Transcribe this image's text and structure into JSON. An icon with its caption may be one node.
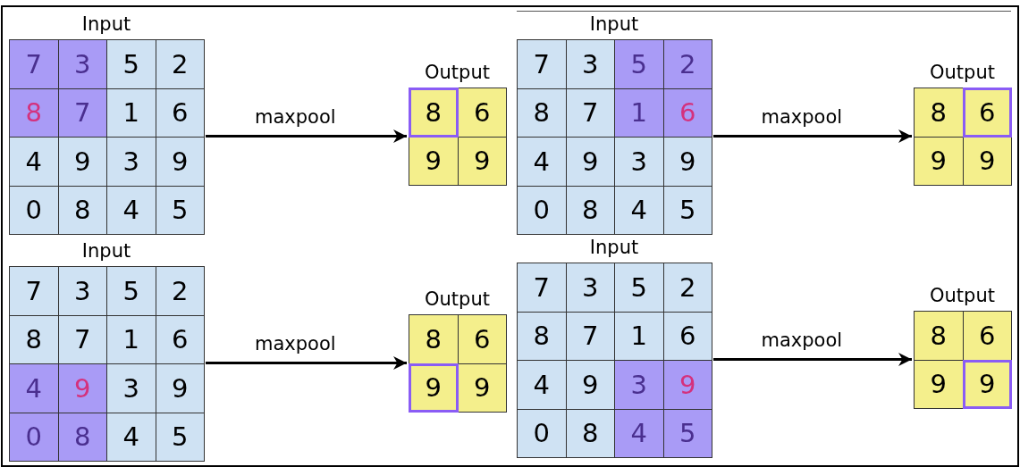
{
  "diagram": {
    "nodes": [
      {
        "text": [
          "Input"
        ]
      },
      {
        "text": [
          "7"
        ],
        "in": 0
      },
      {
        "text": [
          "3"
        ],
        "in": 0
      },
      {
        "text": [
          "5"
        ],
        "in": 0
      },
      {
        "text": [
          "2"
        ],
        "in": 0
      },
      {
        "text": [
          "8"
        ],
        "in": 0
      },
      {
        "text": [
          "7"
        ],
        "in": 0
      },
      {
        "text": [
          "1"
        ],
        "in": 0
      },
      {
        "text": [
          "6"
        ],
        "in": 0
      },
      {
        "text": [
          "4"
        ],
        "in": 0
      },
      {
        "text": [
          "9"
        ],
        "in": 0
      },
      {
        "text": [
          "3"
        ],
        "in": 0
      },
      {
        "text": [
          "9"
        ],
        "in": 0
      },
      {
        "text": [
          "0"
        ],
        "in": 0
      },
      {
        "text": [
          "8"
        ],
        "in": 0
      },
      {
        "text": [
          "4"
        ],
        "in": 0
      },
      {
        "text": [
          "5"
        ],
        "in": 0
      },
      {
        "text": [
          "Output"
        ]
      },
      {
        "text": [
          "8"
        ],
        "in": 17
      },
      {
        "text": [
          "6"
        ],
        "in": 17
      },
      {
        "text": [
          "9"
        ],
        "in": 17
      },
      {
        "text": [
          "9"
        ],
        "in": 17
      },
      {
        "text": [
          "Input"
        ]
      },
      {
        "text": [
          "7"
        ],
        "in": 22
      },
      {
        "text": [
          "3"
        ],
        "in": 22
      },
      {
        "text": [
          "5"
        ],
        "in": 22
      },
      {
        "text": [
          "2"
        ],
        "in": 22
      },
      {
        "text": [
          "8"
        ],
        "in": 22
      },
      {
        "text": [
          "7"
        ],
        "in": 22
      },
      {
        "text": [
          "1"
        ],
        "in": 22
      },
      {
        "text": [
          "6"
        ],
        "in": 22
      },
      {
        "text": [
          "4"
        ],
        "in": 22
      },
      {
        "text": [
          "9"
        ],
        "in": 22
      },
      {
        "text": [
          "3"
        ],
        "in": 22
      },
      {
        "text": [
          "9"
        ],
        "in": 22
      },
      {
        "text": [
          "0"
        ],
        "in": 22
      },
      {
        "text": [
          "8"
        ],
        "in": 22
      },
      {
        "text": [
          "4"
        ],
        "in": 22
      },
      {
        "text": [
          "5"
        ],
        "in": 22
      },
      {
        "text": [
          "Output"
        ]
      },
      {
        "text": [
          "8"
        ],
        "in": 39
      },
      {
        "text": [
          "6"
        ],
        "in": 39
      },
      {
        "text": [
          "9"
        ],
        "in": 39
      },
      {
        "text": [
          "9"
        ],
        "in": 39
      },
      {
        "text": [
          "Input"
        ]
      },
      {
        "text": [
          "7"
        ],
        "in": 44
      },
      {
        "text": [
          "3"
        ],
        "in": 44
      },
      {
        "text": [
          "5"
        ],
        "in": 44
      },
      {
        "text": [
          "2"
        ],
        "in": 44
      },
      {
        "text": [
          "8"
        ],
        "in": 44
      },
      {
        "text": [
          "7"
        ],
        "in": 44
      },
      {
        "text": [
          "1"
        ],
        "in": 44
      },
      {
        "text": [
          "6"
        ],
        "in": 44
      },
      {
        "text": [
          "4"
        ],
        "in": 44
      },
      {
        "text": [
          "9"
        ],
        "in": 44
      },
      {
        "text": [
          "3"
        ],
        "in": 44
      },
      {
        "text": [
          "9"
        ],
        "in": 44
      },
      {
        "text": [
          "0"
        ],
        "in": 44
      },
      {
        "text": [
          "8"
        ],
        "in": 44
      },
      {
        "text": [
          "4"
        ],
        "in": 44
      },
      {
        "text": [
          "5"
        ],
        "in": 44
      },
      {
        "text": [
          "Output"
        ]
      },
      {
        "text": [
          "8"
        ],
        "in": 61
      },
      {
        "text": [
          "6"
        ],
        "in": 61
      },
      {
        "text": [
          "9"
        ],
        "in": 61
      },
      {
        "text": [
          "9"
        ],
        "in": 61
      },
      {
        "text": [
          "Input"
        ]
      },
      {
        "text": [
          "7"
        ],
        "in": 66
      },
      {
        "text": [
          "3"
        ],
        "in": 66
      },
      {
        "text": [
          "5"
        ],
        "in": 66
      },
      {
        "text": [
          "2"
        ],
        "in": 66
      },
      {
        "text": [
          "8"
        ],
        "in": 66
      },
      {
        "text": [
          "7"
        ],
        "in": 66
      },
      {
        "text": [
          "1"
        ],
        "in": 66
      },
      {
        "text": [
          "6"
        ],
        "in": 66
      },
      {
        "text": [
          "4"
        ],
        "in": 66
      },
      {
        "text": [
          "9"
        ],
        "in": 66
      },
      {
        "text": [
          "3"
        ],
        "in": 66
      },
      {
        "text": [
          "9"
        ],
        "in": 66
      },
      {
        "text": [
          "0"
        ],
        "in": 66
      },
      {
        "text": [
          "8"
        ],
        "in": 66
      },
      {
        "text": [
          "4"
        ],
        "in": 66
      },
      {
        "text": [
          "5"
        ],
        "in": 66
      },
      {
        "text": [
          "Output"
        ]
      },
      {
        "text": [
          "8"
        ],
        "in": 83
      },
      {
        "text": [
          "6"
        ],
        "in": 83
      },
      {
        "text": [
          "9"
        ],
        "in": 83
      },
      {
        "text": [
          "9"
        ],
        "in": 83
      }
    ],
    "edges": [
      {
        "from": 0,
        "to": 17,
        "arrow": "to",
        "label": "maxpool"
      },
      {
        "from": 22,
        "to": 39,
        "arrow": "to",
        "label": "maxpool"
      },
      {
        "from": 44,
        "to": 61,
        "arrow": "to",
        "label": "maxpool"
      },
      {
        "from": 66,
        "to": 83,
        "arrow": "to",
        "label": "maxpool"
      }
    ]
  }
}
